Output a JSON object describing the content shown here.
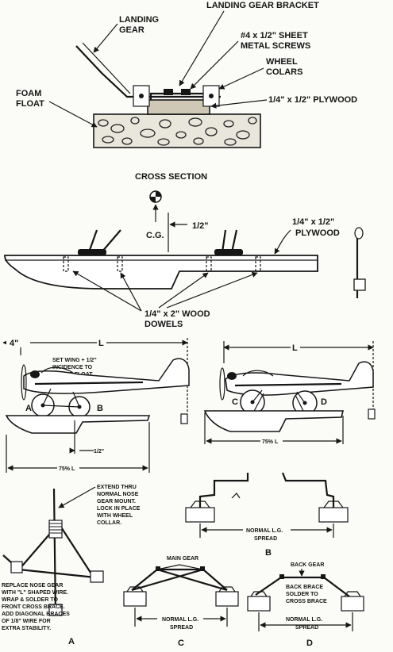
{
  "cross_section": {
    "title": "CROSS SECTION",
    "labels": {
      "landing_gear_bracket": "LANDING GEAR BRACKET",
      "landing_gear": [
        "LANDING",
        "GEAR"
      ],
      "sheet_metal_screws": [
        "#4 x 1/2\" SHEET",
        "METAL SCREWS"
      ],
      "wheel_colars": [
        "WHEEL",
        "COLARS"
      ],
      "foam_float": [
        "FOAM",
        "FLOAT"
      ],
      "plywood": "1/4\" x 1/2\" PLYWOOD"
    }
  },
  "side_view": {
    "labels": {
      "cg": "C.G.",
      "half_inch": "1/2\"",
      "plywood": [
        "1/4\" x 1/2\"",
        "PLYWOOD"
      ],
      "dowels": [
        "1/4\" x 2\" WOOD",
        "DOWELS"
      ]
    }
  },
  "plane_left": {
    "dim_left": "4\"",
    "dim_span": "L",
    "note": [
      "SET WING + 1/2\"",
      "INCIDENCE TO",
      "TOP OF FLOAT"
    ],
    "point_a": "A",
    "point_b": "B",
    "half_inch": "1/2\"",
    "float_length": "75% L"
  },
  "plane_right": {
    "dim_span": "L",
    "point_c": "C",
    "point_d": "D",
    "float_length": "75% L"
  },
  "detail_a": {
    "letter": "A",
    "note_top": [
      "EXTEND THRU",
      "NORMAL NOSE",
      "GEAR MOUNT.",
      "LOCK IN PLACE",
      "WITH WHEEL",
      "COLLAR."
    ],
    "note_left": [
      "REPLACE NOSE GEAR",
      "WITH \"L\" SHAPED WIRE.",
      "WRAP & SOLDER TO",
      "FRONT CROSS BRACE.",
      "ADD DIAGONAL BRACES",
      "OF 1/8\" WIRE FOR",
      "EXTRA STABILITY."
    ]
  },
  "detail_b": {
    "letter": "B",
    "spread": [
      "NORMAL L.G.",
      "SPREAD"
    ]
  },
  "detail_c": {
    "letter": "C",
    "main_gear": "MAIN GEAR",
    "spread": [
      "NORMAL L.G.",
      "SPREAD"
    ]
  },
  "detail_d": {
    "letter": "D",
    "back_gear": "BACK GEAR",
    "note": [
      "BACK BRACE",
      "SOLDER TO",
      "CROSS BRACE"
    ],
    "spread": [
      "NORMAL L.G.",
      "SPREAD"
    ]
  }
}
